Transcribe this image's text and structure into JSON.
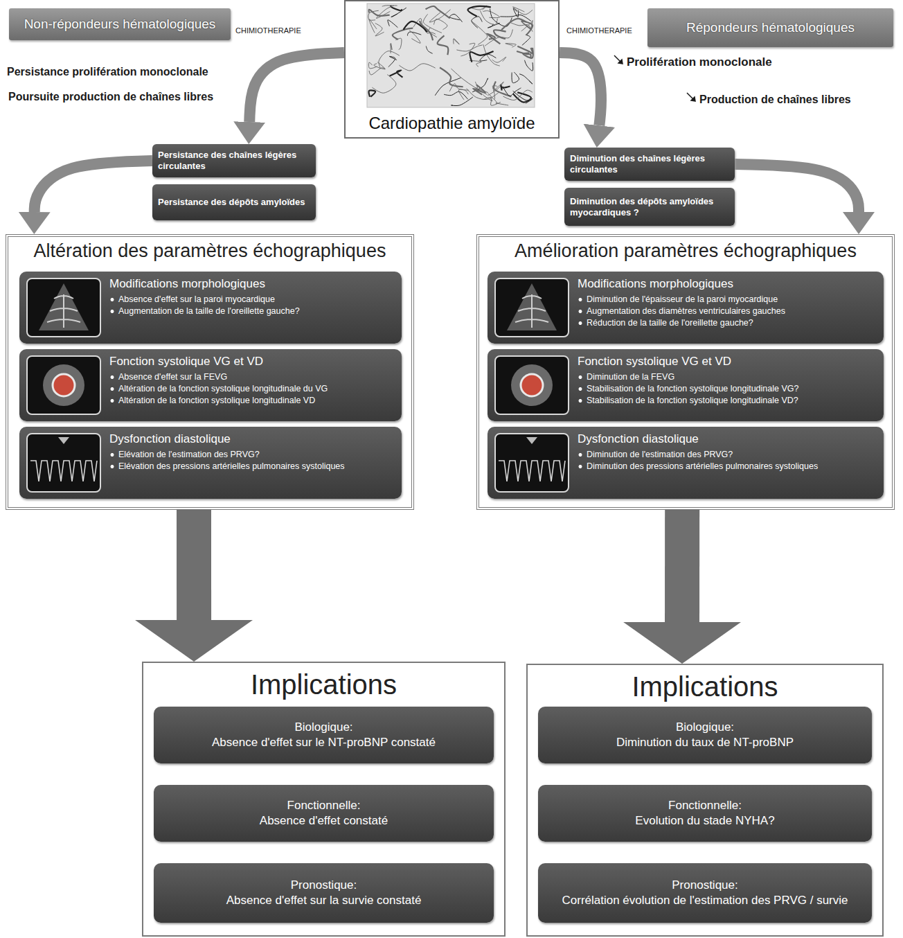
{
  "diagram": {
    "nodes": [
      {
        "text": [
          "Non-répondeurs hématologiques"
        ]
      },
      {
        "text": [
          "Cardiopathie amyloïde"
        ]
      },
      {
        "text": [
          "Répondeurs hématologiques"
        ]
      },
      {
        "text": [
          "Persistance des chaînes légères circulantes"
        ]
      },
      {
        "text": [
          "Persistance des dépôts amyloïdes"
        ]
      },
      {
        "text": [
          "Diminution des chaînes légères circulantes"
        ]
      },
      {
        "text": [
          "Diminution des dépôts amyloïdes myocardiques ?"
        ]
      },
      {
        "text": [
          "Altération des paramètres échographiques"
        ]
      },
      {
        "text": [
          "Modifications morphologiques",
          "Absence d'effet sur la paroi myocardique",
          "Augmentation de la taille de l'oreillette gauche?"
        ],
        "in": 7
      },
      {
        "text": [
          "Fonction systolique VG et VD",
          "Absence d'effet sur la FEVG",
          "Altération de la fonction systolique longitudinale du VG",
          "Altération de la fonction systolique longitudinale VD"
        ],
        "in": 7
      },
      {
        "text": [
          "Dysfonction diastolique",
          "Elévation de l'estimation des PRVG?",
          "Elévation des pressions artérielles pulmonaires systoliques"
        ],
        "in": 7
      },
      {
        "text": [
          "Amélioration paramètres échographiques"
        ]
      },
      {
        "text": [
          "Modifications morphologiques",
          "Diminution de l'épaisseur de la paroi myocardique",
          "Augmentation des diamètres ventriculaires gauches",
          "Réduction de la taille de l'oreillette gauche?"
        ],
        "in": 11
      },
      {
        "text": [
          "Fonction systolique VG et VD",
          "Diminution de la FEVG",
          "Stabilisation de la fonction systolique longitudinale VG?",
          "Stabilisation de la fonction systolique longitudinale VD?"
        ],
        "in": 11
      },
      {
        "text": [
          "Dysfonction diastolique",
          "Diminution de l'estimation des PRVG?",
          "Diminution des pressions artérielles pulmonaires systoliques"
        ],
        "in": 11
      },
      {
        "text": [
          "Implications"
        ]
      },
      {
        "text": [
          "Biologique:",
          "Absence d'effet sur le NT-proBNP constaté"
        ],
        "in": 15
      },
      {
        "text": [
          "Fonctionnelle:",
          "Absence d'effet constaté"
        ],
        "in": 15
      },
      {
        "text": [
          "Pronostique:",
          "Absence d'effet sur la survie constaté"
        ],
        "in": 15
      },
      {
        "text": [
          "Implications"
        ]
      },
      {
        "text": [
          "Biologique:",
          "Diminution du taux de NT-proBNP"
        ],
        "in": 19
      },
      {
        "text": [
          "Fonctionnelle:",
          "Evolution du stade NYHA?"
        ],
        "in": 19
      },
      {
        "text": [
          "Pronostique:",
          "Corrélation évolution de l'estimation des PRVG / survie"
        ],
        "in": 19
      }
    ],
    "edges": [
      {
        "from": 1,
        "to": 3,
        "arrow": "to"
      },
      {
        "from": 3,
        "to": 7,
        "arrow": "to"
      },
      {
        "from": 7,
        "to": 15,
        "arrow": "to"
      },
      {
        "from": 1,
        "to": 5,
        "arrow": "to"
      },
      {
        "from": 5,
        "to": 11,
        "arrow": "to"
      },
      {
        "from": 11,
        "to": 19,
        "arrow": "to"
      }
    ],
    "labels": [
      "CHIMIOTHERAPIE",
      "CHIMIOTHERAPIE",
      "Persistance prolifération monoclonale",
      "Poursuite production de chaînes libres",
      "Prolifération monoclonale",
      "Production de chaînes libres"
    ]
  }
}
